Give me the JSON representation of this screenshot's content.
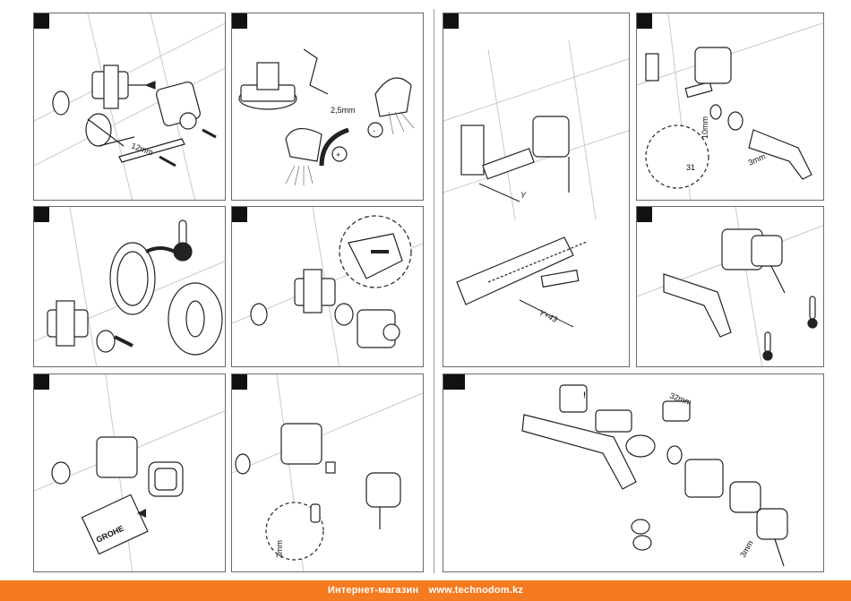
{
  "panels": {
    "p1": {
      "label_12mm": "12mm"
    },
    "p2": {
      "label_25mm": "2,5mm",
      "plus_sign": "+",
      "minus_sign": "-"
    },
    "p3": {},
    "p4": {},
    "p5": {},
    "p6": {
      "label_3mm": "3mm"
    },
    "p7": {
      "label_y": "Y",
      "label_y43": "Y+43"
    },
    "p8": {
      "label_10mm": "10mm",
      "label_31": "31",
      "label_3mm": "3mm"
    },
    "p9": {},
    "p10": {
      "label_32mm": "32mm",
      "label_3mm": "3mm",
      "warning": "!"
    }
  },
  "brand_card_text": "GROHE",
  "footer": {
    "shop_label": "Интернет-магазин",
    "url": "www.technodom.kz"
  },
  "colors": {
    "footer_bg": "#f47b20",
    "footer_text": "#ffffff",
    "line": "#222222"
  }
}
